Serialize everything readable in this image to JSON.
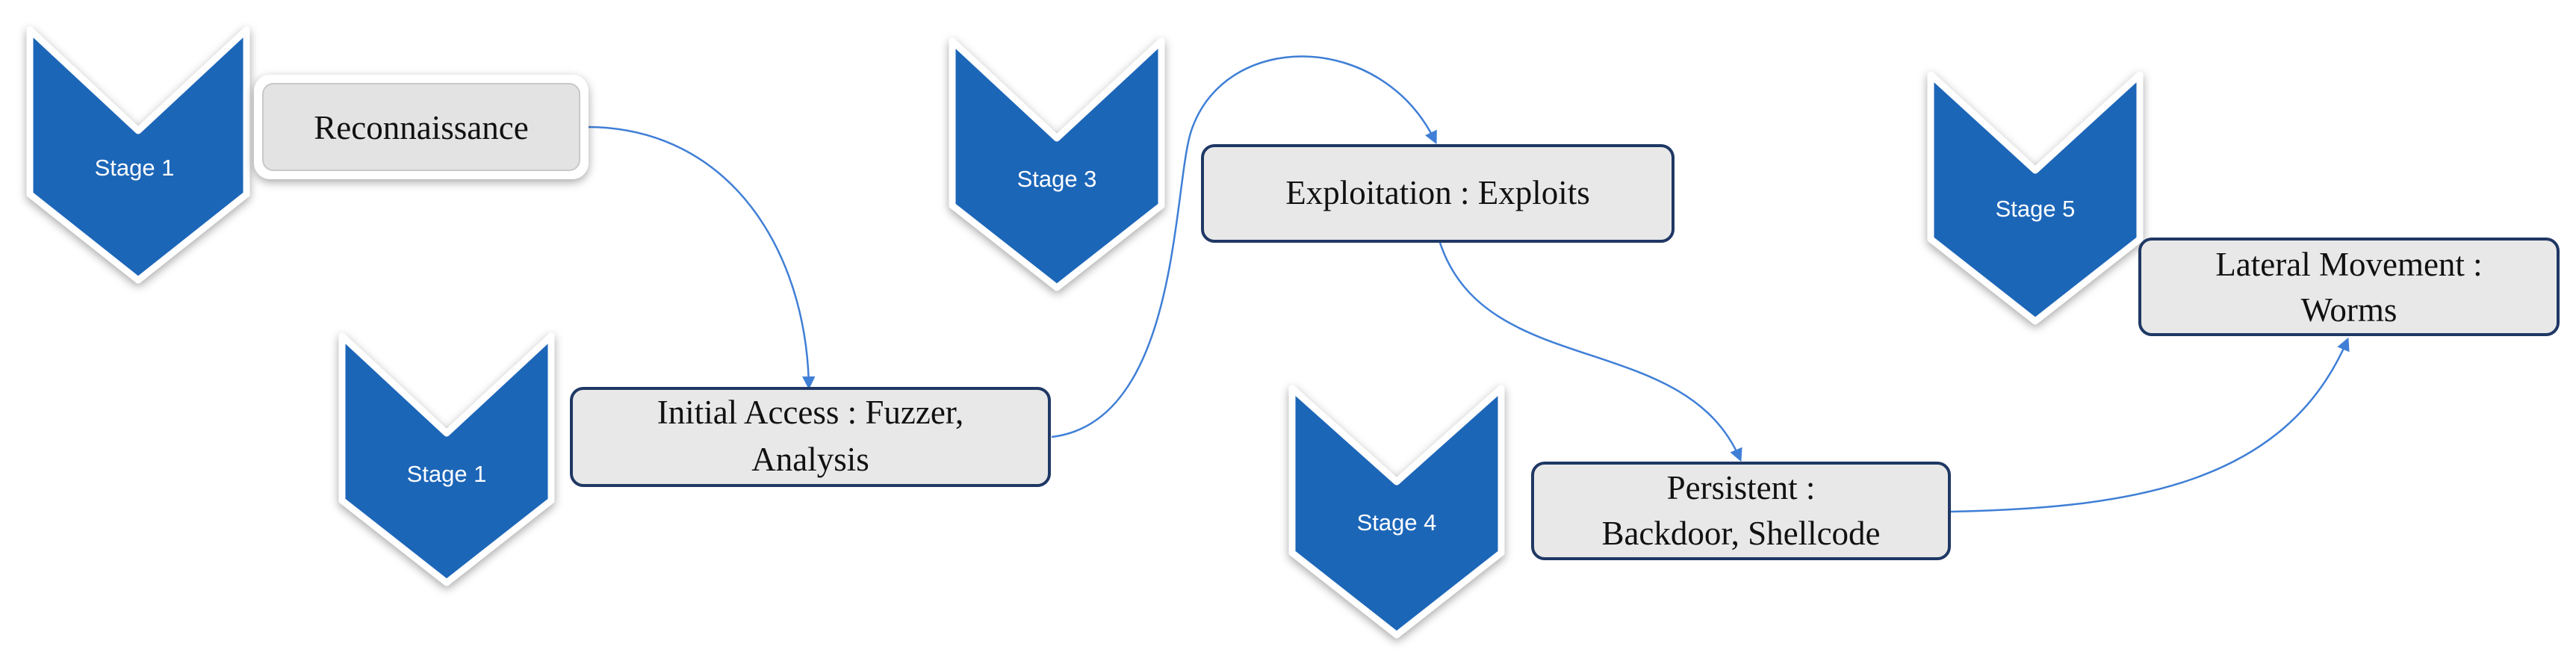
{
  "colors": {
    "chevron_fill": "#1e66b8",
    "chevron_edge": "#ffffff",
    "box_fill": "#e8e8e8",
    "box_border": "#1f3864",
    "connector": "#3f7fd6"
  },
  "stages": [
    {
      "label": "Stage 1"
    },
    {
      "label": "Stage 1"
    },
    {
      "label": "Stage 3"
    },
    {
      "label": "Stage 4"
    },
    {
      "label": "Stage 5"
    }
  ],
  "boxes": [
    {
      "lines": [
        "Reconnaissance"
      ]
    },
    {
      "lines": [
        "Initial Access : Fuzzer,",
        "Analysis"
      ]
    },
    {
      "lines": [
        "Exploitation : Exploits"
      ]
    },
    {
      "lines": [
        "Persistent :",
        "Backdoor, Shellcode"
      ]
    },
    {
      "lines": [
        "Lateral Movement :",
        "Worms"
      ]
    }
  ]
}
